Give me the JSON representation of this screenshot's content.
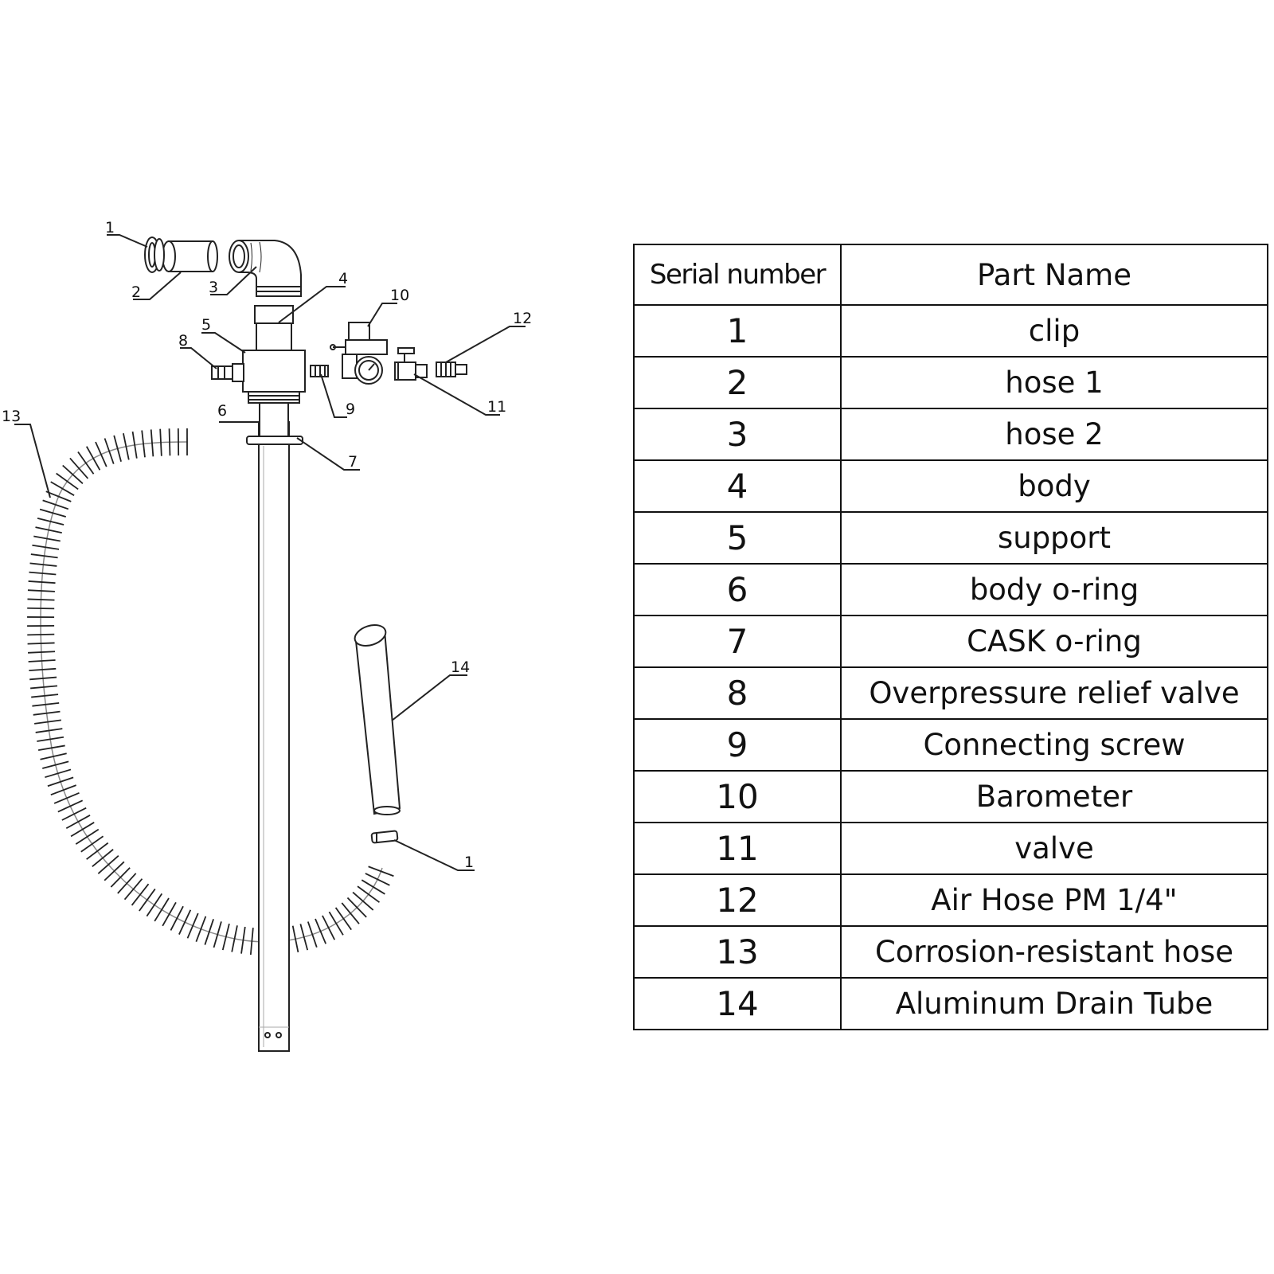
{
  "diagram": {
    "callouts": [
      "1",
      "2",
      "3",
      "4",
      "5",
      "6",
      "7",
      "8",
      "9",
      "10",
      "11",
      "12",
      "13",
      "14",
      "1"
    ]
  },
  "table": {
    "headers": {
      "serial": "Serial number",
      "part": "Part Name"
    },
    "rows": [
      {
        "serial": "1",
        "name": "clip"
      },
      {
        "serial": "2",
        "name": "hose 1"
      },
      {
        "serial": "3",
        "name": "hose 2"
      },
      {
        "serial": "4",
        "name": "body"
      },
      {
        "serial": "5",
        "name": "support"
      },
      {
        "serial": "6",
        "name": "body o-ring"
      },
      {
        "serial": "7",
        "name": "CASK o-ring"
      },
      {
        "serial": "8",
        "name": "Overpressure relief valve"
      },
      {
        "serial": "9",
        "name": "Connecting screw"
      },
      {
        "serial": "10",
        "name": "Barometer"
      },
      {
        "serial": "11",
        "name": "valve"
      },
      {
        "serial": "12",
        "name": "Air Hose PM 1/4\""
      },
      {
        "serial": "13",
        "name": "Corrosion-resistant hose"
      },
      {
        "serial": "14",
        "name": "Aluminum Drain Tube"
      }
    ]
  }
}
